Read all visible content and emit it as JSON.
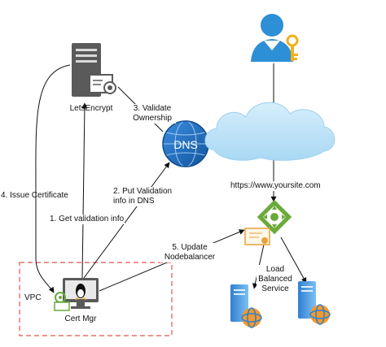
{
  "nodes": {
    "letsencrypt": {
      "label": "LetsEncrypt",
      "icon": "server-certificate-icon"
    },
    "dns": {
      "label": "DNS",
      "icon": "dns-globe-icon"
    },
    "user": {
      "icon": "user-key-icon"
    },
    "cloud": {
      "icon": "cloud-icon"
    },
    "website": {
      "label": "https://www.yoursite.com"
    },
    "nodebalancer": {
      "icon": "load-balancer-icon"
    },
    "certificate": {
      "icon": "certificate-icon"
    },
    "service_label": {
      "line1": "Load",
      "line2": "Balanced",
      "line3": "Service"
    },
    "server_left": {
      "icon": "web-server-icon"
    },
    "server_right": {
      "icon": "web-server-icon"
    },
    "vpc": {
      "label": "VPC"
    },
    "cert_mgr": {
      "label": "Cert Mgr",
      "icon": "linux-monitor-icon"
    }
  },
  "steps": {
    "step1": {
      "label": "1. Get validation info"
    },
    "step2": {
      "line1": "2. Put Validation",
      "line2": "info in DNS"
    },
    "step3": {
      "line1": "3. Validate",
      "line2": "Ownership"
    },
    "step4": {
      "label": "4. Issue Certificate"
    },
    "step5": {
      "line1": "5. Update",
      "line2": "Nodebalancer"
    }
  },
  "colors": {
    "vpc_border": "#e0554f",
    "dns_blue": "#1f6fc5",
    "cloud_blue": "#bfe3f7",
    "balancer_green": "#6aaa3a",
    "user_blue": "#2d8fd6",
    "key_gold": "#f2b01e",
    "server_gray": "#5a5a5a"
  }
}
